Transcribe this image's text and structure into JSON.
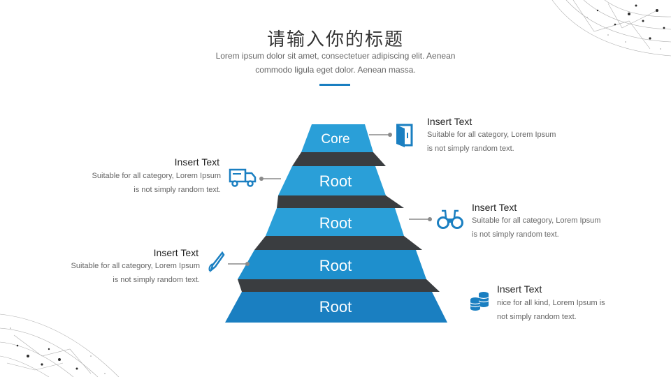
{
  "header": {
    "title": "请输入你的标题",
    "subtitle_line1": "Lorem ipsum dolor sit amet, consectetuer adipiscing elit. Aenean",
    "subtitle_line2": "commodo ligula eget dolor. Aenean massa."
  },
  "colors": {
    "accent": "#1a7fc1",
    "tier_light": "#2a9fd8",
    "tier_dark": "#1a7fc1",
    "fold": "#3a3d40"
  },
  "pyramid": {
    "tiers": [
      {
        "label": "Core"
      },
      {
        "label": "Root"
      },
      {
        "label": "Root"
      },
      {
        "label": "Root"
      },
      {
        "label": "Root"
      }
    ]
  },
  "callouts": [
    {
      "title": "Insert Text",
      "line1": "Suitable for all category, Lorem Ipsum",
      "line2": "is not simply random text.",
      "icon": "door-icon"
    },
    {
      "title": "Insert Text",
      "line1": "Suitable for all category, Lorem Ipsum",
      "line2": "is not simply random text.",
      "icon": "truck-icon"
    },
    {
      "title": "Insert Text",
      "line1": "Suitable for all category, Lorem Ipsum",
      "line2": "is not simply random text.",
      "icon": "binoculars-icon"
    },
    {
      "title": "Insert Text",
      "line1": "Suitable for all category, Lorem Ipsum",
      "line2": "is not simply random text.",
      "icon": "pen-icon"
    },
    {
      "title": "Insert Text",
      "line1": "nice for all kind, Lorem Ipsum is",
      "line2": "not simply random text.",
      "icon": "coins-icon"
    }
  ]
}
